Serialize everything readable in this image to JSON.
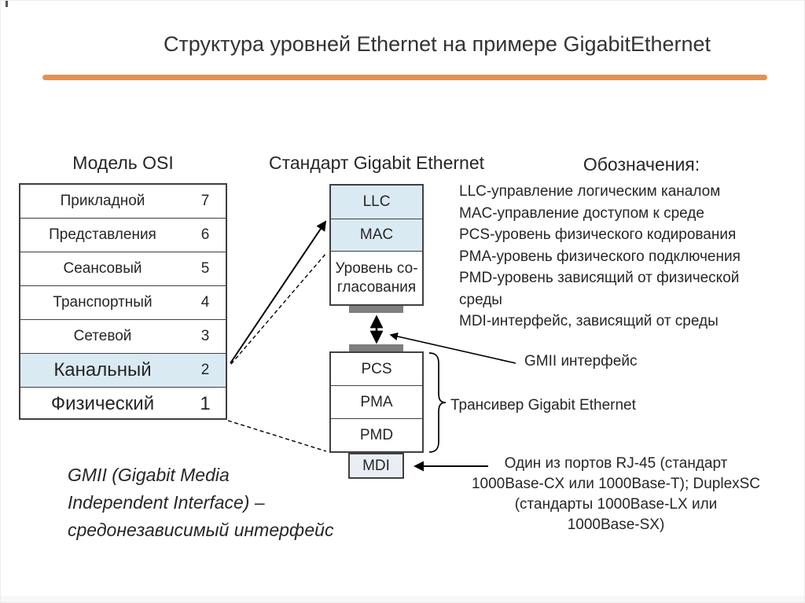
{
  "title": "Структура уровней Ethernet на примере GigabitEthernet",
  "colors": {
    "accent_bar": "#E8914C",
    "highlight_blue": "#DAEAF3",
    "mdi_fill": "#E9EEF4",
    "connector_gray": "#7F7F7F",
    "box_border": "#404040",
    "text": "#262626"
  },
  "osi": {
    "header": "Модель OSI",
    "rows": [
      {
        "label": "Прикладной",
        "num": "7"
      },
      {
        "label": "Представления",
        "num": "6"
      },
      {
        "label": "Сеансовый",
        "num": "5"
      },
      {
        "label": "Транспортный",
        "num": "4"
      },
      {
        "label": "Сетевой",
        "num": "3"
      },
      {
        "label": "Канальный",
        "num": "2"
      },
      {
        "label": "Физический",
        "num": "1"
      }
    ]
  },
  "gigabit": {
    "header": "Стандарт Gigabit Ethernet",
    "upper": [
      "LLC",
      "MAC",
      "Уровень со-\nгласования"
    ],
    "lower": [
      "PCS",
      "PMA",
      "PMD"
    ],
    "mdi": "MDI"
  },
  "legend": {
    "header": "Обозначения:",
    "lines": [
      "LLC-управление логическим каналом",
      "MAC-управление доступом к среде",
      "PCS-уровень физического кодирования",
      "PMA-уровень физического подключения",
      "PMD-уровень зависящий от физической",
      "среды",
      "MDI-интерфейс, зависящий от среды"
    ]
  },
  "annotations": {
    "gmii_interface": "GMII  интерфейс",
    "transceiver": "Трансивер Gigabit Ethernet",
    "rj45_note": "Один из портов RJ-45 (стандарт\n1000Base-CX или 1000Base-T); DuplexSC\n(стандарты 1000Base-LX или\n1000Base-SX)",
    "gmii_note": "GMII (Gigabit Media\nIndependent Interface) –\nсредонезависимый интерфейс"
  }
}
